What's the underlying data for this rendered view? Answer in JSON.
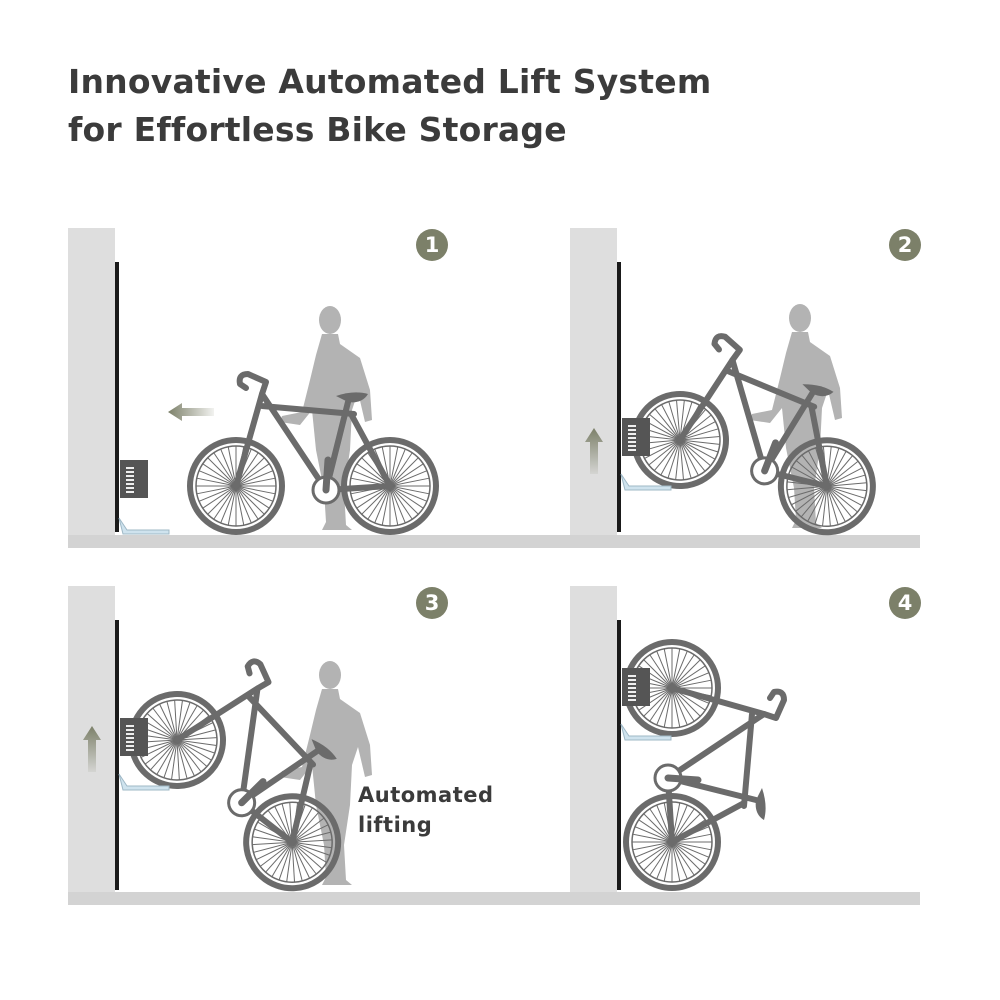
{
  "title": {
    "line1": "Innovative Automated Lift System",
    "line2": "for Effortless Bike Storage"
  },
  "steps": [
    {
      "number": "1"
    },
    {
      "number": "2"
    },
    {
      "number": "3"
    },
    {
      "number": "4"
    }
  ],
  "annotation": {
    "line1": "Automated",
    "line2": "lifting"
  },
  "colors": {
    "accent": "#7c8069",
    "bike": "#6b6b6b",
    "person": "#b3b3b3",
    "wall": "#dedede",
    "floor": "#d3d3d3",
    "text": "#3b3b3b"
  }
}
